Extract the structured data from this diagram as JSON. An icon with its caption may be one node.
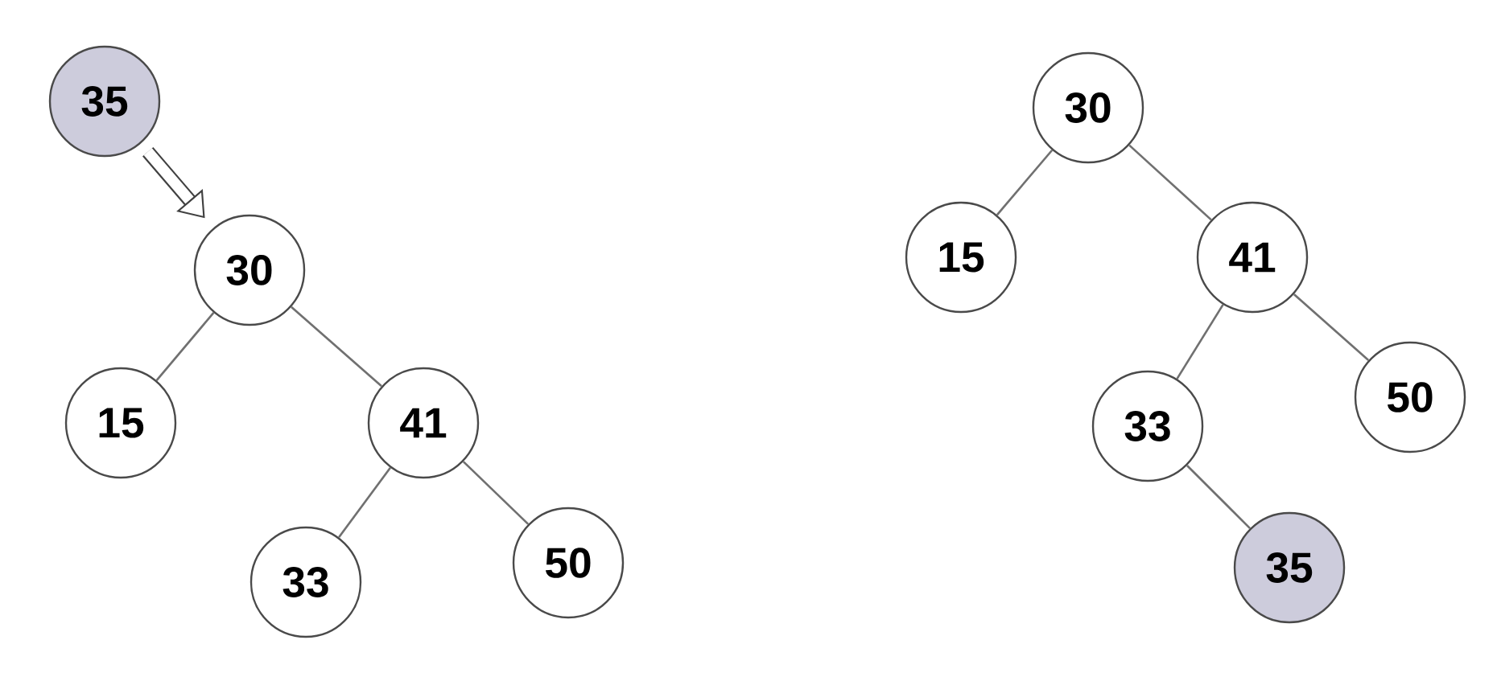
{
  "diagram": {
    "nodes": [
      {
        "text": [
          "35"
        ]
      },
      {
        "text": [
          "30"
        ]
      },
      {
        "text": [
          "15"
        ]
      },
      {
        "text": [
          "41"
        ]
      },
      {
        "text": [
          "33"
        ]
      },
      {
        "text": [
          "50"
        ]
      },
      {
        "text": [
          "30"
        ]
      },
      {
        "text": [
          "15"
        ]
      },
      {
        "text": [
          "41"
        ]
      },
      {
        "text": [
          "33"
        ]
      },
      {
        "text": [
          "50"
        ]
      },
      {
        "text": [
          "35"
        ]
      }
    ],
    "edges": [
      {
        "from": 0,
        "to": 1,
        "arrow": "to",
        "style": "thick"
      },
      {
        "from": 1,
        "to": 2,
        "arrow": "none"
      },
      {
        "from": 1,
        "to": 3,
        "arrow": "none"
      },
      {
        "from": 3,
        "to": 4,
        "arrow": "none"
      },
      {
        "from": 3,
        "to": 5,
        "arrow": "none"
      },
      {
        "from": 6,
        "to": 7,
        "arrow": "none"
      },
      {
        "from": 6,
        "to": 8,
        "arrow": "none"
      },
      {
        "from": 8,
        "to": 9,
        "arrow": "none"
      },
      {
        "from": 8,
        "to": 10,
        "arrow": "none"
      },
      {
        "from": 9,
        "to": 11,
        "arrow": "none"
      }
    ]
  }
}
